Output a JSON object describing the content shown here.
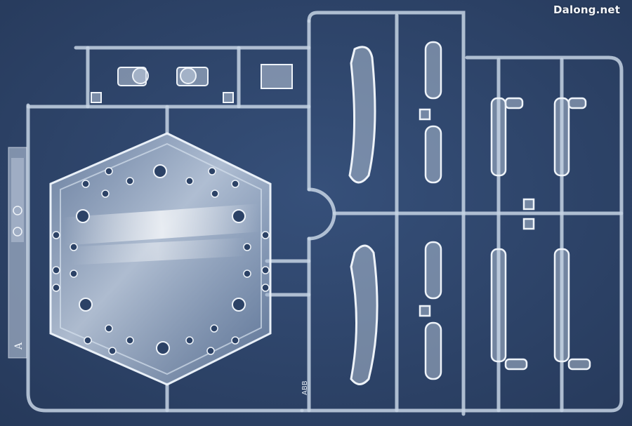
{
  "watermark": "Dalong.net",
  "sprue": {
    "letter": "A",
    "code": "ABB"
  },
  "colors": {
    "background": "#2e4468",
    "plastic": "#c9d6e6",
    "plastic_edge": "#e8eef6"
  }
}
